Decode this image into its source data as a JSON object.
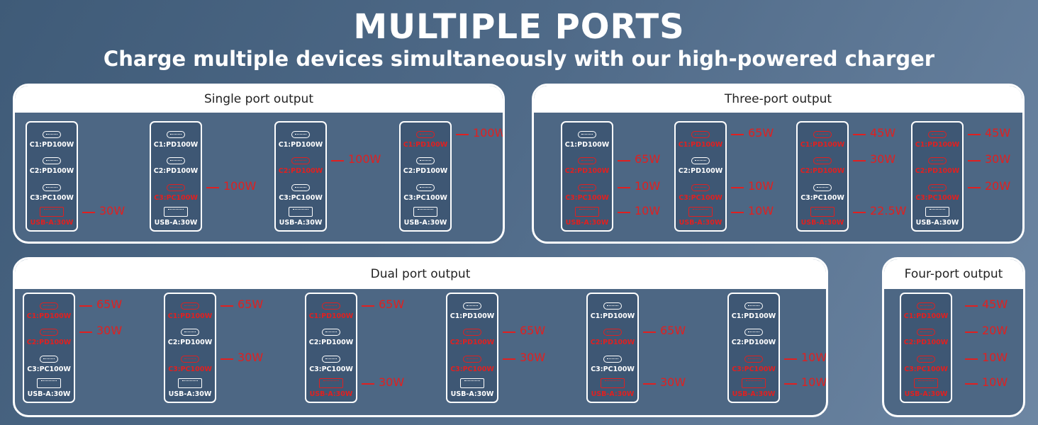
{
  "header": {
    "title": "MULTIPLE PORTS",
    "subtitle": "Charge multiple devices simultaneously with our high-powered charger"
  },
  "colors": {
    "active": "#e02020",
    "panel": "#4d6784",
    "header_bg": "#ffffff"
  },
  "port_labels": [
    "C1:PD100W",
    "C2:PD100W",
    "C3:PC100W",
    "USB-A:30W"
  ],
  "groups": {
    "single": {
      "title": "Single port output",
      "chargers": [
        {
          "outputs": [
            null,
            null,
            null,
            "30W"
          ]
        },
        {
          "outputs": [
            null,
            null,
            "100W",
            null
          ]
        },
        {
          "outputs": [
            null,
            "100W",
            null,
            null
          ]
        },
        {
          "outputs": [
            "100W",
            null,
            null,
            null
          ]
        }
      ]
    },
    "three": {
      "title": "Three-port output",
      "chargers": [
        {
          "outputs": [
            null,
            "65W",
            "10W",
            "10W"
          ]
        },
        {
          "outputs": [
            "65W",
            null,
            "10W",
            "10W"
          ]
        },
        {
          "outputs": [
            "45W",
            "30W",
            null,
            "22.5W"
          ]
        },
        {
          "outputs": [
            "45W",
            "30W",
            "20W",
            null
          ]
        }
      ]
    },
    "dual": {
      "title": "Dual port output",
      "chargers": [
        {
          "outputs": [
            "65W",
            "30W",
            null,
            null
          ]
        },
        {
          "outputs": [
            "65W",
            null,
            "30W",
            null
          ]
        },
        {
          "outputs": [
            "65W",
            null,
            null,
            "30W"
          ]
        },
        {
          "outputs": [
            null,
            "65W",
            "30W",
            null
          ]
        },
        {
          "outputs": [
            null,
            "65W",
            null,
            "30W"
          ]
        },
        {
          "outputs": [
            null,
            null,
            "10W",
            "10W"
          ]
        }
      ]
    },
    "four": {
      "title": "Four-port output",
      "chargers": [
        {
          "outputs": [
            "45W",
            "20W",
            "10W",
            "10W"
          ]
        }
      ]
    }
  }
}
